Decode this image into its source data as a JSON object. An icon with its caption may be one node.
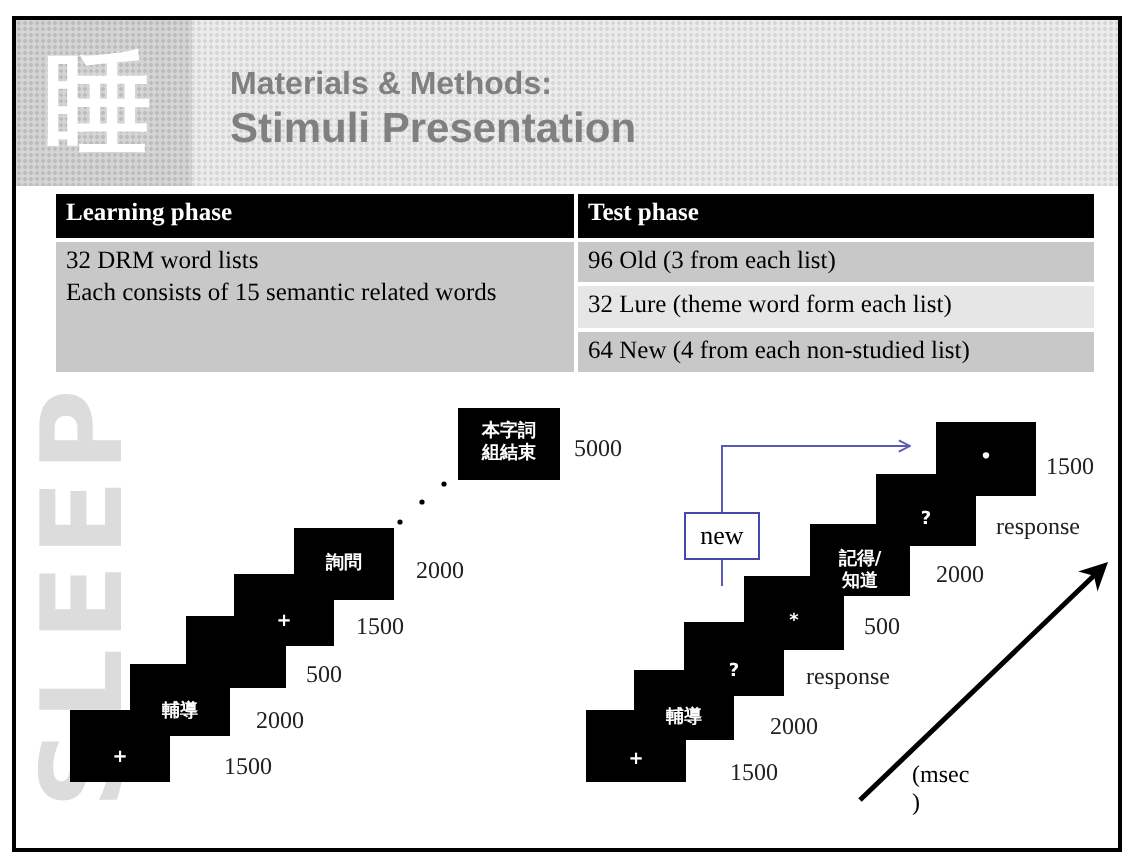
{
  "diagram": {
    "title": "Stimuli Presentation",
    "nodes": [
      {
        "text": [
          "+"
        ]
      },
      {
        "text": [
          "輔導"
        ]
      },
      {
        "text": [],
        "shape": "box"
      },
      {
        "text": [
          "+"
        ]
      },
      {
        "text": [
          "詢問"
        ]
      },
      {
        "text": [
          "本字詞組結束"
        ]
      },
      {
        "text": [
          "+"
        ]
      },
      {
        "text": [
          "輔導"
        ]
      },
      {
        "text": [
          "?"
        ]
      },
      {
        "text": [
          "*"
        ]
      },
      {
        "text": [
          "記得/知道"
        ]
      },
      {
        "text": [
          "?"
        ]
      },
      {
        "text": [
          "•"
        ]
      },
      {
        "text": [
          "new"
        ]
      }
    ],
    "edges": [
      {
        "from": 13,
        "to": 12,
        "arrow": "to"
      }
    ],
    "labels": [
      "睡",
      "Materials & Methods:",
      "Learning phase",
      "Test phase",
      "32 DRM word lists",
      "Each consists of 15 semantic related words",
      "96 Old (3 from each list)",
      "32 Lure (theme word form each list)",
      "64 New (4 from each non-studied list)",
      "5000",
      "2000",
      "1500",
      "500",
      "2000",
      "1500",
      "1500",
      "response",
      "2000",
      "500",
      "response",
      "2000",
      "1500",
      "SLEEP",
      "(msec )"
    ]
  }
}
